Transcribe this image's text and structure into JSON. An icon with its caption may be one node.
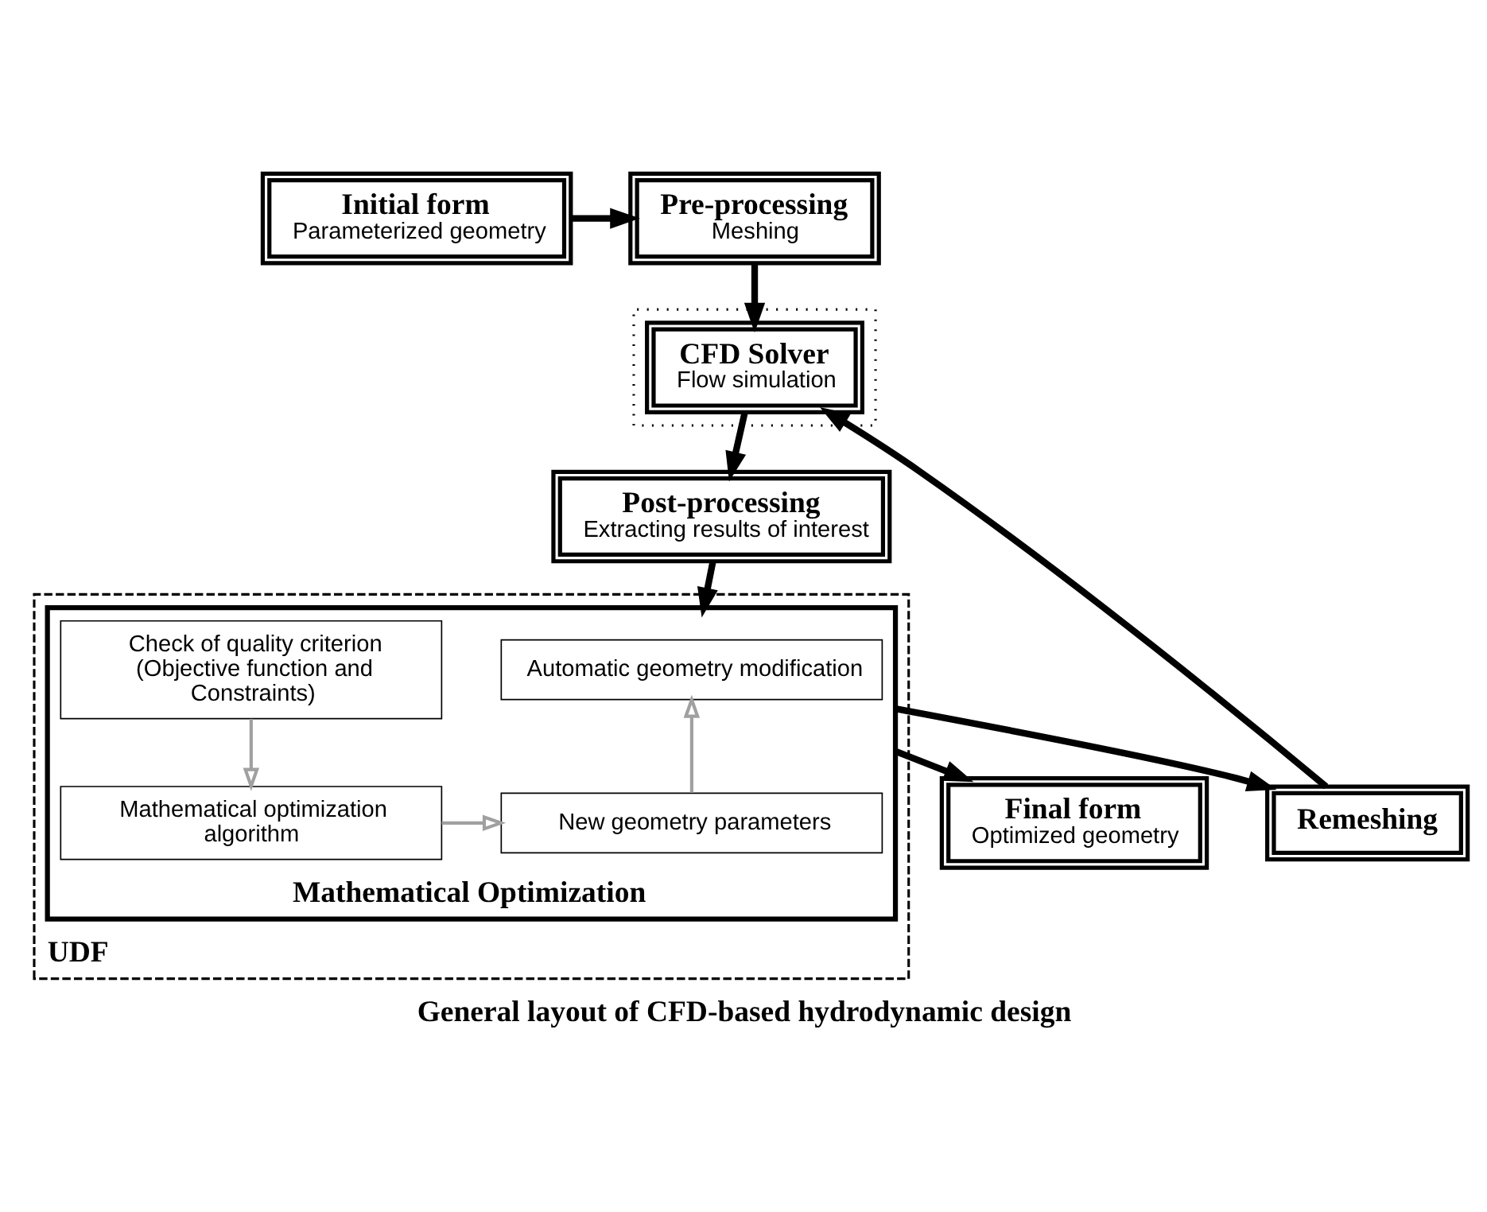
{
  "diagram": {
    "caption": "General layout of CFD-based hydrodynamic design",
    "nodes": [
      {
        "text": [
          "Initial form",
          "Parameterized geometry"
        ]
      },
      {
        "text": [
          "Pre-processing",
          "Meshing"
        ]
      },
      {
        "text": [],
        "shape": "box"
      },
      {
        "text": [
          "CFD Solver",
          "Flow simulation"
        ],
        "in": 2
      },
      {
        "text": [
          "UDF"
        ]
      },
      {
        "text": [
          "Post-processing",
          "Extracting results of interest"
        ]
      },
      {
        "text": [
          "Remeshing"
        ]
      },
      {
        "text": [
          "Mathematical Optimization"
        ],
        "in": 4
      },
      {
        "text": [
          "Automatic geometry modification"
        ],
        "in": 7
      },
      {
        "text": [
          "Check of quality criterion (Objective function and Constraints)"
        ],
        "in": 7
      },
      {
        "text": [
          "New geometry parameters"
        ],
        "in": 7
      },
      {
        "text": [
          "Mathematical optimization algorithm"
        ],
        "in": 7
      },
      {
        "text": [
          "Final form",
          "Optimized geometry"
        ]
      }
    ],
    "edges": [
      {
        "from": 0,
        "to": 1,
        "arrow": "to"
      },
      {
        "from": 1,
        "to": 3,
        "arrow": "to"
      },
      {
        "from": 3,
        "to": 5,
        "arrow": "to"
      },
      {
        "from": 5,
        "to": 7,
        "arrow": "to"
      },
      {
        "from": 7,
        "to": 6,
        "arrow": "to"
      },
      {
        "from": 6,
        "to": 3,
        "arrow": "to"
      },
      {
        "from": 10,
        "to": 8,
        "arrow": "to",
        "color": "#a0a0a0"
      },
      {
        "from": 9,
        "to": 11,
        "arrow": "to",
        "color": "#a0a0a0"
      },
      {
        "from": 11,
        "to": 10,
        "arrow": "to",
        "color": "#a0a0a0"
      },
      {
        "from": 7,
        "to": 12,
        "arrow": "to"
      }
    ]
  }
}
